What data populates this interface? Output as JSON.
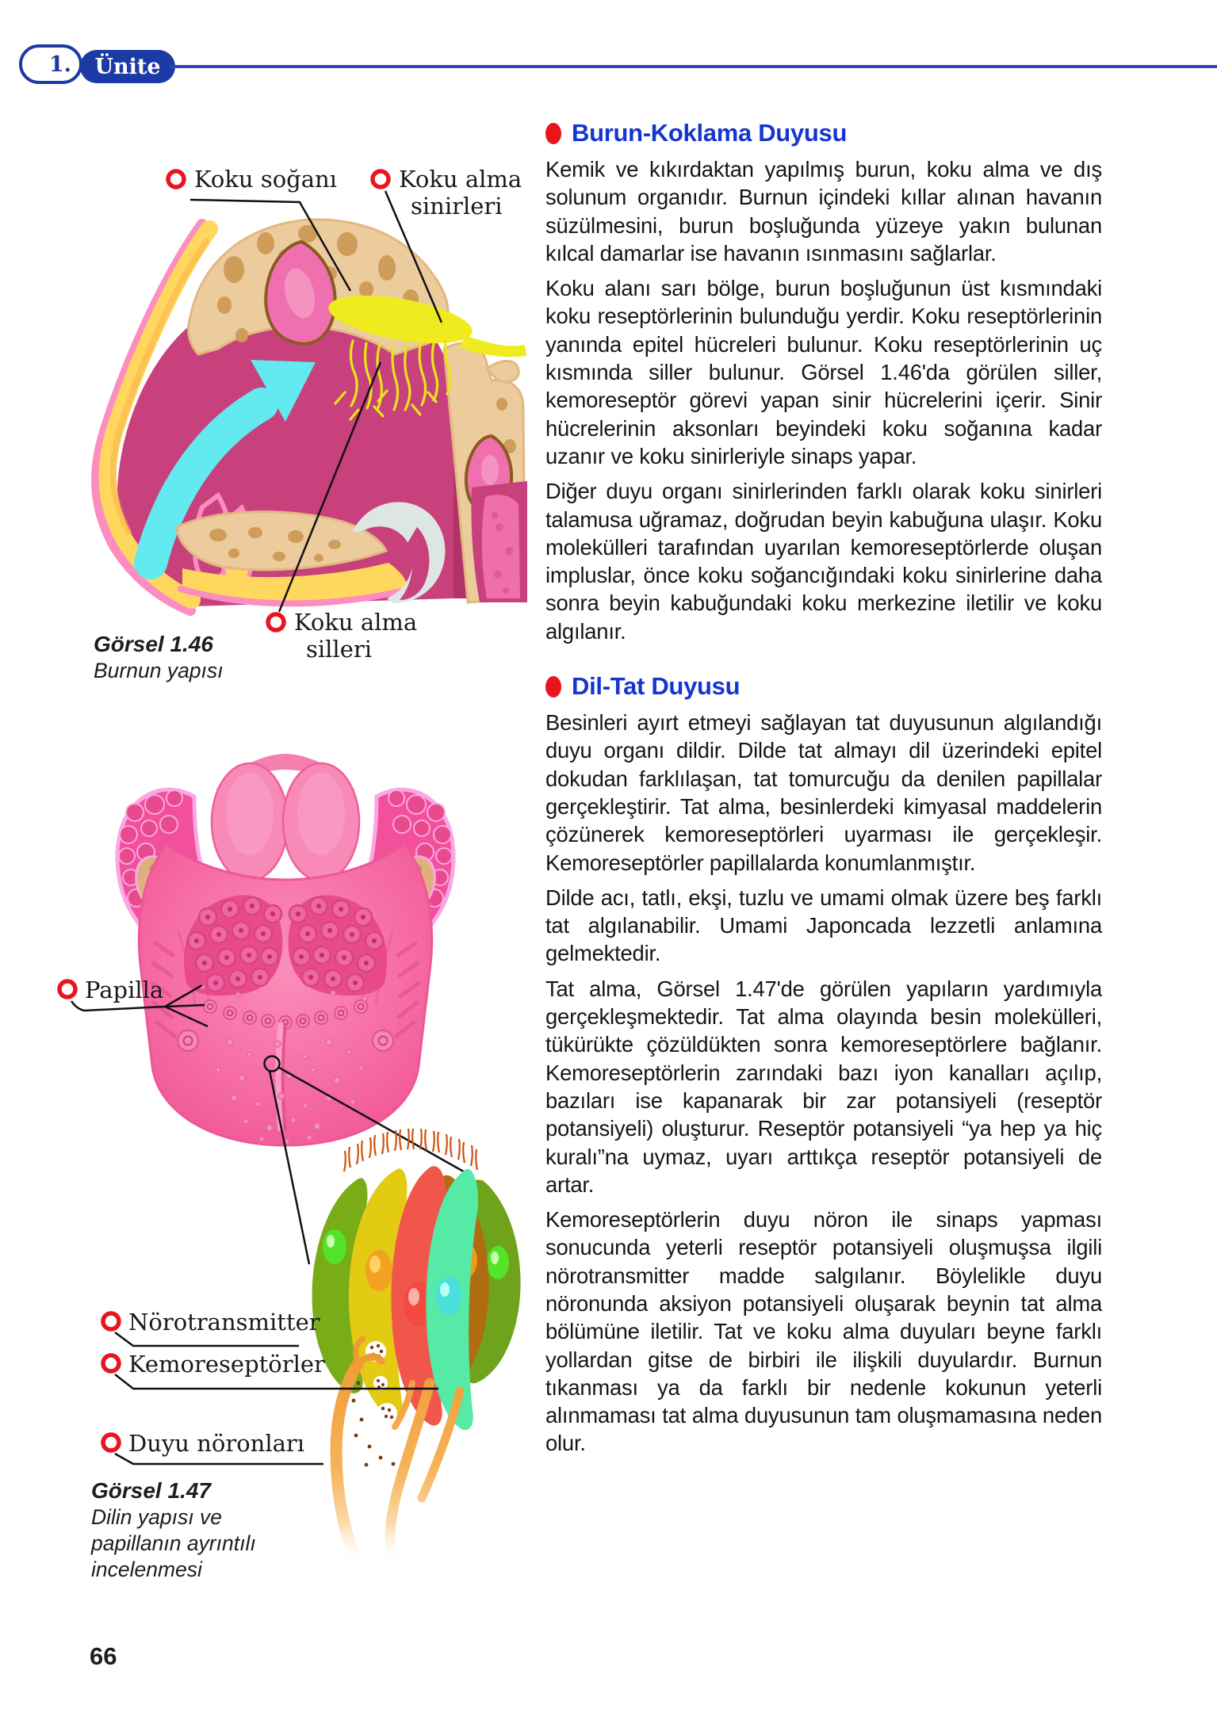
{
  "header": {
    "unit_number": "1.",
    "unit_label": "Ünite"
  },
  "page_number": "66",
  "palette": {
    "header_blue": "#1b3aa6",
    "heading_blue": "#1535cf",
    "marker_red": "#e8151d",
    "body_text": "#161616"
  },
  "content": {
    "sections": [
      {
        "heading": "Burun-Koklama Duyusu",
        "paragraphs": [
          "Kemik ve kıkırdaktan yapılmış burun, koku alma ve dış solunum organıdır. Burnun içindeki kıllar alınan havanın süzülmesini, burun boşluğunda yüzeye yakın bulunan kılcal damarlar ise havanın ısınmasını sağlarlar.",
          "Koku alanı sarı bölge, burun boşluğunun üst kısmındaki koku reseptörlerinin bulunduğu yerdir. Koku reseptörlerinin yanında epitel hücreleri bulunur. Koku reseptörlerinin uç kısmında siller bulunur. Görsel 1.46'da görülen siller, kemoreseptör görevi yapan sinir hücrelerini içerir. Sinir hücrelerinin aksonları beyindeki koku soğanına kadar uzanır ve koku sinirleriyle sinaps yapar.",
          "Diğer duyu organı sinirlerinden farklı olarak koku sinirleri talamusa uğramaz, doğrudan beyin kabuğuna ulaşır. Koku molekülleri tarafından uyarılan kemoreseptörlerde oluşan impluslar, önce koku soğancığındaki koku sinirlerine daha sonra beyin kabuğundaki koku merkezine iletilir ve koku algılanır."
        ]
      },
      {
        "heading": "Dil-Tat Duyusu",
        "paragraphs": [
          "Besinleri ayırt etmeyi sağlayan tat duyusunun algılandığı duyu organı dildir. Dilde tat almayı dil üzerindeki epitel dokudan farklılaşan, tat tomurcuğu da denilen papillalar gerçekleştirir. Tat alma, besinlerdeki kimyasal maddelerin çözünerek kemoreseptörleri uyarması ile gerçekleşir. Kemoreseptörler papillalarda konumlanmıştır.",
          "Dilde acı, tatlı, ekşi, tuzlu ve umami olmak üzere beş farklı tat algılanabilir. Umami Japoncada lezzetli anlamına gelmektedir.",
          "Tat alma, Görsel 1.47'de görülen yapıların yardımıyla gerçekleşmektedir. Tat alma olayında besin molekülleri, tükürükte çözüldükten sonra kemoreseptörlere bağlanır. Kemoreseptörlerin zarındaki bazı iyon kanalları açılıp, bazıları ise kapanarak bir zar potansiyeli (reseptör potansiyeli) oluşturur. Reseptör potansiyeli “ya hep ya hiç kuralı”na uymaz, uyarı arttıkça reseptör potansiyeli de artar.",
          "Kemoreseptörlerin duyu nöron ile sinaps yapması sonucunda yeterli reseptör potansiyeli oluşmuşsa ilgili nörotransmitter madde salgılanır. Böylelikle duyu nöronunda aksiyon potansiyeli oluşarak beynin tat alma bölümüne iletilir. Tat ve koku alma duyuları beyne farklı yollardan gitse de birbiri ile ilişkili duyulardır. Burnun tıkanması ya da farklı bir nedenle kokunun yeterli alınmaması tat alma duyusunun tam oluşmamasına neden olur."
        ]
      }
    ]
  },
  "figure_nose": {
    "caption_title": "Görsel 1.46",
    "caption_subtitle": "Burnun yapısı",
    "labels": {
      "bulb": "Koku soğanı",
      "nerves_line1": "Koku alma",
      "nerves_line2": "sinirleri",
      "cilia_line1": "Koku alma",
      "cilia_line2": "silleri"
    }
  },
  "figure_tongue": {
    "caption_title": "Görsel 1.47",
    "caption_lines": [
      "Dilin yapısı ve",
      "papillanın ayrıntılı",
      "incelenmesi"
    ],
    "labels": {
      "papilla": "Papilla",
      "neurotransmitter": "Nörotransmitter",
      "chemoreceptors": "Kemoreseptörler",
      "sensory_neurons": "Duyu nöronları"
    }
  }
}
